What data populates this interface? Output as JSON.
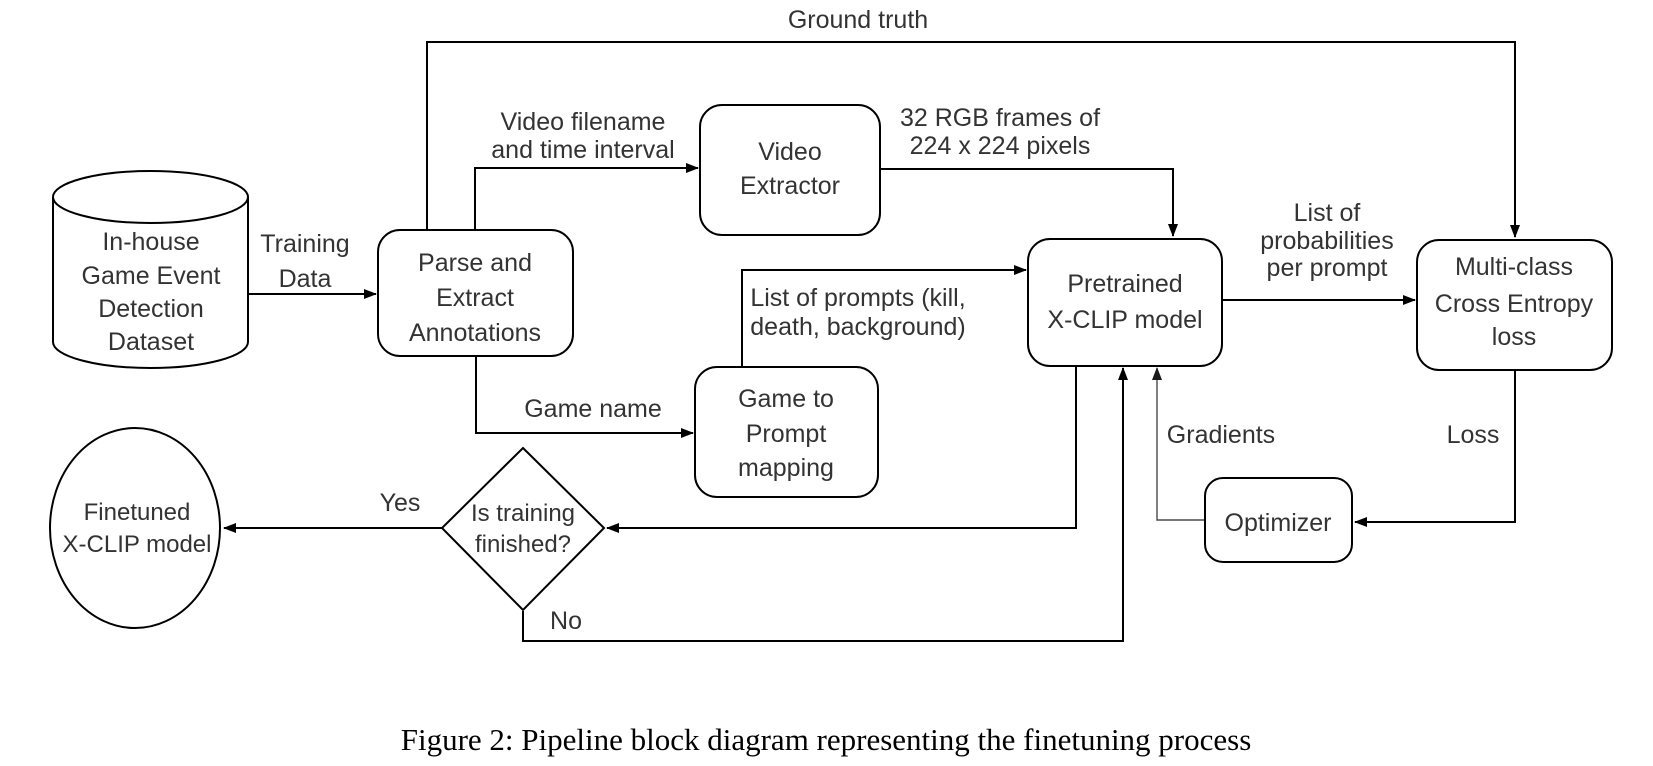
{
  "figure": {
    "caption": "Figure 2: Pipeline block diagram representing the finetuning process"
  },
  "colors": {
    "line": "#000000",
    "gradients_line": "#4a4a4a",
    "text": "#333333",
    "background": "#ffffff"
  },
  "nodes": {
    "dataset": {
      "shape": "cylinder",
      "lines": [
        "In-house",
        "Game Event",
        "Detection",
        "Dataset"
      ]
    },
    "parse": {
      "shape": "rounded-rect",
      "lines": [
        "Parse and",
        "Extract",
        "Annotations"
      ]
    },
    "video_extractor": {
      "shape": "rounded-rect",
      "lines": [
        "Video",
        "Extractor"
      ]
    },
    "game_to_prompt": {
      "shape": "rounded-rect",
      "lines": [
        "Game to",
        "Prompt",
        "mapping"
      ]
    },
    "pretrained": {
      "shape": "rounded-rect",
      "lines": [
        "Pretrained",
        "X-CLIP model"
      ]
    },
    "multiclass": {
      "shape": "rounded-rect",
      "lines": [
        "Multi-class",
        "Cross Entropy",
        "loss"
      ]
    },
    "optimizer": {
      "shape": "rounded-rect",
      "lines": [
        "Optimizer"
      ]
    },
    "decision": {
      "shape": "diamond",
      "lines": [
        "Is training",
        "finished?"
      ]
    },
    "finetuned": {
      "shape": "ellipse",
      "lines": [
        "Finetuned",
        "X-CLIP model"
      ]
    }
  },
  "edges": {
    "training_data": {
      "lines": [
        "Training",
        "Data"
      ]
    },
    "ground_truth": {
      "label": "Ground truth"
    },
    "video_filename": {
      "lines": [
        "Video filename",
        "and time interval"
      ]
    },
    "rgb_frames": {
      "lines": [
        "32 RGB frames of",
        "224 x 224 pixels"
      ]
    },
    "game_name": {
      "label": "Game name"
    },
    "prompts": {
      "lines": [
        "List of prompts (kill,",
        "death, background)"
      ]
    },
    "probabilities": {
      "lines": [
        "List of",
        "probabilities",
        "per prompt"
      ]
    },
    "loss": {
      "label": "Loss"
    },
    "gradients": {
      "label": "Gradients"
    },
    "yes": {
      "label": "Yes"
    },
    "no": {
      "label": "No"
    }
  }
}
